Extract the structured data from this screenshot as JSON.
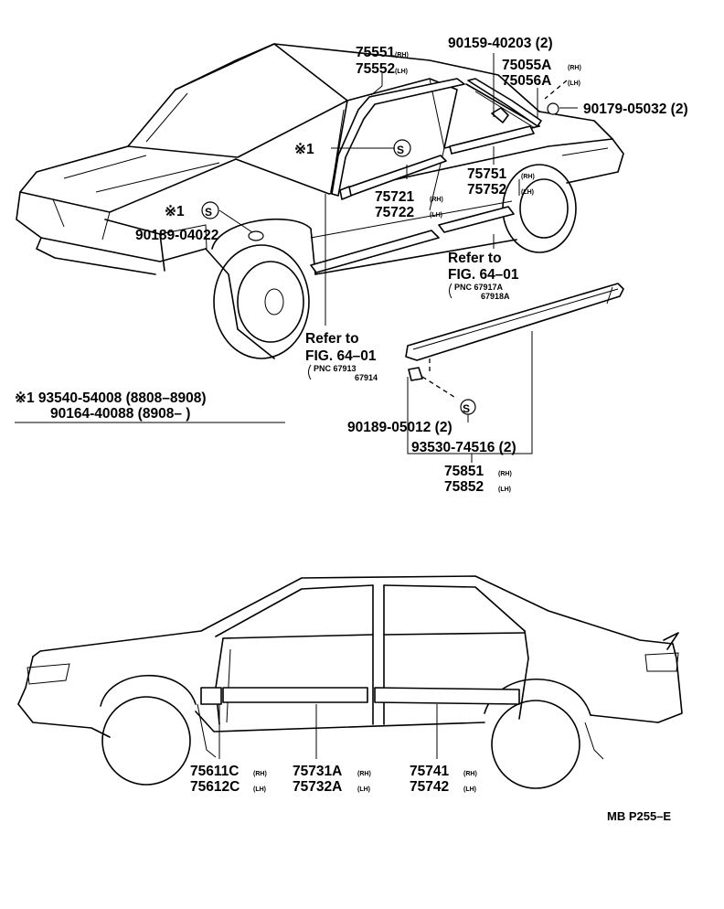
{
  "labels": {
    "p75551": "75551",
    "p75552": "75552",
    "p90159": "90159-40203 (2)",
    "p75055a": "75055A",
    "p75056a": "75056A",
    "p90179": "90179-05032 (2)",
    "note1": "※1",
    "p75751": "75751",
    "p75752": "75752",
    "p75721": "75721",
    "p75722": "75722",
    "note2": "※1",
    "p90189_04022": "90189-04022",
    "refer1": "Refer to",
    "fig1": "FIG. 64–01",
    "pnc1a": "PNC 67917A",
    "pnc1b": "67918A",
    "refer2": "Refer to",
    "fig2": "FIG. 64–01",
    "pnc2a": "PNC 67913",
    "pnc2b": "67914",
    "note_line1": "※1  93540-54008 (8808–8908)",
    "note_line2": "90164-40088 (8908–       )",
    "p90189_05012": "90189-05012  (2)",
    "p93530": "93530-74516 (2)",
    "p75851": "75851",
    "p75852": "75852",
    "p75611c": "75611C",
    "p75612c": "75612C",
    "p75731a": "75731A",
    "p75732a": "75732A",
    "p75741": "75741",
    "p75742": "75742",
    "code": "MB P255–E",
    "s": "S",
    "rh": "(RH)",
    "lh": "(LH)"
  }
}
